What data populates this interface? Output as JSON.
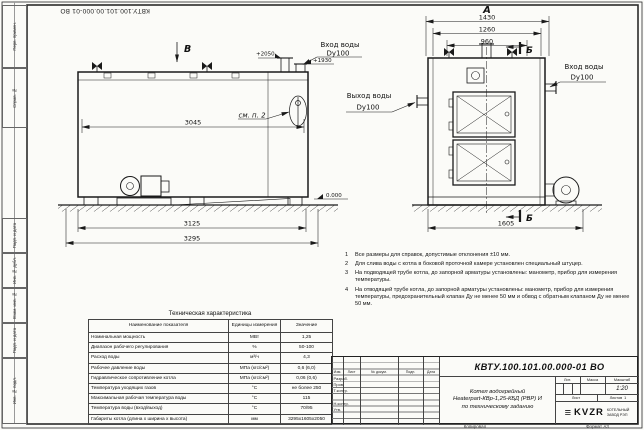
{
  "frame": {
    "top_code": "КВТУ.100.101.00.000-01 ВО",
    "left_stamps": [
      "Перв. примен.",
      "Справ. №",
      "Подп. и дата",
      "Инв. № дубл.",
      "Взам. инв. №",
      "Подп. и дата",
      "Инв. № подл."
    ],
    "copy_label": "Копировал",
    "format_label": "Формат А3"
  },
  "side_view": {
    "view_label": "В",
    "callout": "см. п. 2",
    "inlet_label": "Вход воды",
    "inlet_dn": "Dy100",
    "level_top": "+2050",
    "level_mid": "+1930",
    "level_zero": "0.000",
    "dim_inner": "3045",
    "dim_mid": "3125",
    "dim_overall": "3295"
  },
  "front_view": {
    "view_label": "А",
    "section_label": "Б",
    "dim_top1": "1430",
    "dim_top2": "1260",
    "dim_top3": "960",
    "dim_bottom": "1605",
    "inlet_label": "Вход воды",
    "inlet_dn": "Dy100",
    "outlet_label": "Выход воды",
    "outlet_dn": "Dy100"
  },
  "notes": [
    {
      "num": "1",
      "text": "Все размеры для справок, допустимые отклонения ±10 мм."
    },
    {
      "num": "2",
      "text": "Для слива воды с котла в боковой проточной камере установлен специальный штуцер."
    },
    {
      "num": "3",
      "text": "На подводящей трубе котла, до запорной арматуры установлены: манометр, прибор для измерения температуры."
    },
    {
      "num": "4",
      "text": "На отводящей трубе котла, до запорной арматуры установлены: манометр, прибор для измерения температуры, предохранительный клапан Ду не менее 50 мм и обвод с обратным клапаном Ду не менее 50 мм."
    }
  ],
  "table": {
    "title": "Техническая характеристика",
    "headers": [
      "Наименование показателя",
      "Единицы измерения",
      "Значение"
    ],
    "rows": [
      [
        "Номинальная мощность",
        "МВт",
        "1,25"
      ],
      [
        "Диапазон рабочего регулирования",
        "%",
        "50-100"
      ],
      [
        "Расход воды",
        "м³/ч",
        "4,3"
      ],
      [
        "Рабочее давление воды",
        "МПа (кгс/см²)",
        "0,6 (6,0)"
      ],
      [
        "Гидравлическое сопротивление котла",
        "МПа (кгс/см²)",
        "0,06 (0,6)"
      ],
      [
        "Температура уходящих газов",
        "°С",
        "не более 250"
      ],
      [
        "Максимальная рабочая температура воды",
        "°С",
        "115"
      ],
      [
        "Температура воды (вход/выход)",
        "°С",
        "70/95"
      ],
      [
        "Габариты котла (длина х ширина х высота)",
        "мм",
        "3295х1605х2050"
      ]
    ]
  },
  "title_block": {
    "doc_number": "КВТУ.100.101.00.000-01 ВО",
    "header_cols": [
      "Изм.",
      "Лист",
      "№ докум.",
      "Подп.",
      "Дата"
    ],
    "roles": [
      "Разраб.",
      "Пров.",
      "Т.контр.",
      "Н.контр.",
      "Утв."
    ],
    "title_line1": "Котел водогрейный",
    "title_line2": "Heaterpart-КВр-1,25-КБД (РВР) И",
    "title_line3": "по техническому заданию",
    "lit_label": "Лит.",
    "mass_label": "Масса",
    "scale_label": "Масштаб",
    "scale_value": "1:20",
    "sheet_label": "Лист",
    "sheets_label": "Листов",
    "sheets_value": "1",
    "logo_bars": "≡",
    "logo_text": "KVZR",
    "company_line1": "КОТЕЛЬНЫЙ",
    "company_line2": "ЗАВОД РЭП"
  }
}
